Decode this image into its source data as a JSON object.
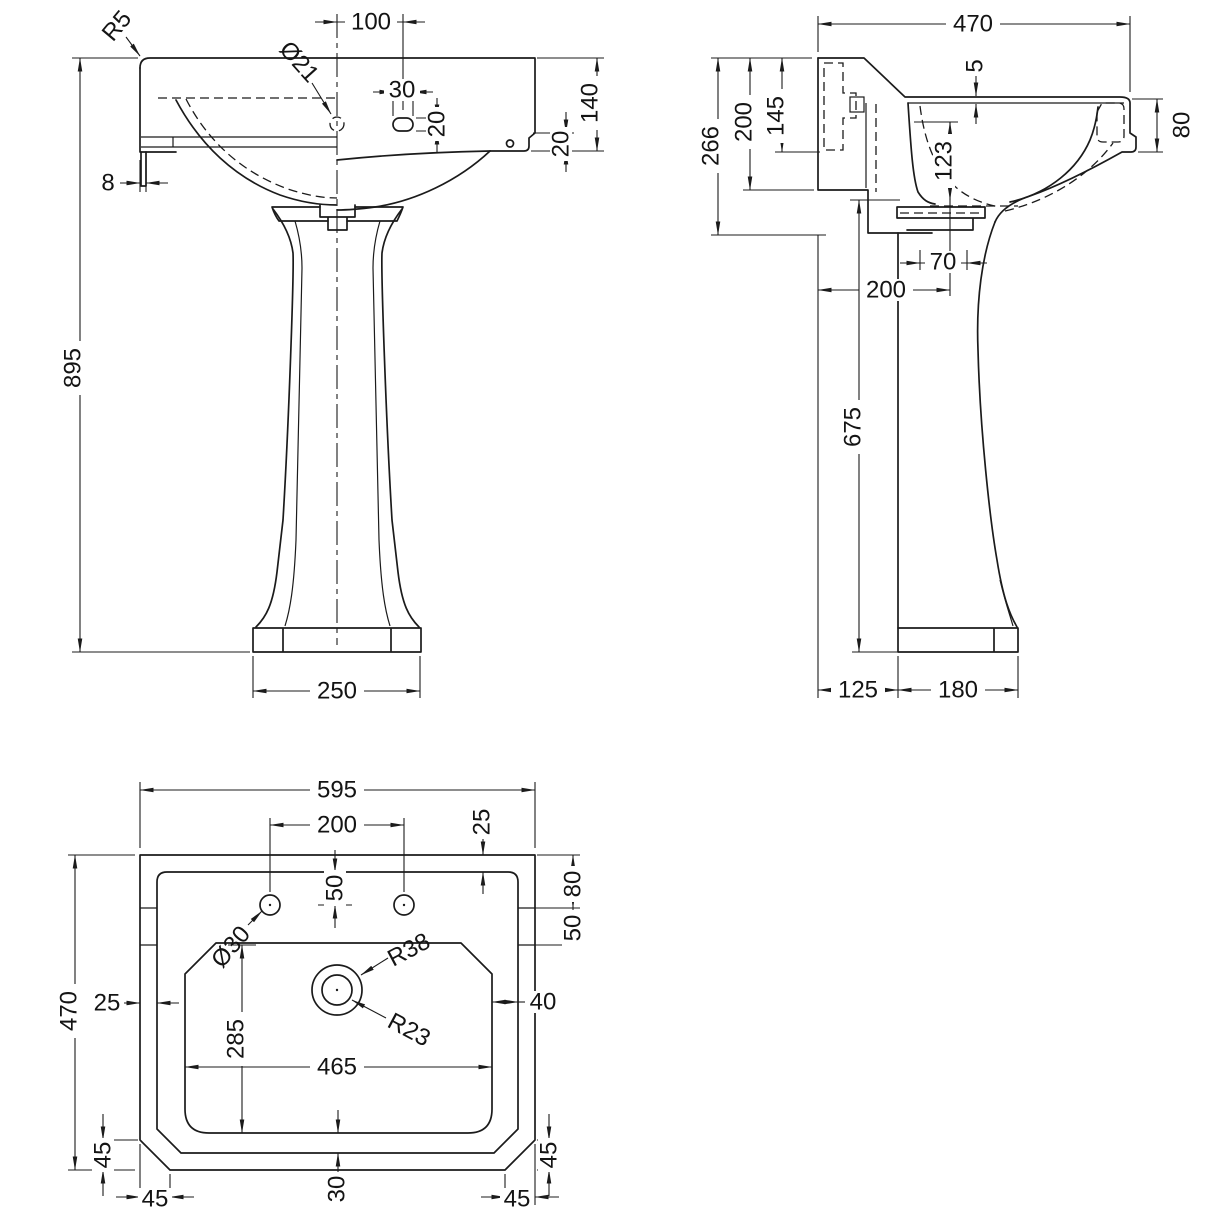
{
  "drawing": {
    "front": {
      "r5": "R5",
      "d100": "100",
      "dia21": "Ø21",
      "d30": "30",
      "d20_recess": "20",
      "d140": "140",
      "d20_step": "20",
      "d8": "8",
      "d895": "895",
      "d250": "250"
    },
    "side": {
      "d470": "470",
      "d5": "5",
      "d145": "145",
      "d200_back": "200",
      "d266": "266",
      "d123": "123",
      "d80": "80",
      "d70": "70",
      "d200_drain": "200",
      "d675": "675",
      "d125": "125",
      "d180": "180"
    },
    "plan": {
      "d595": "595",
      "d200": "200",
      "d25_right": "25",
      "d80": "80",
      "d50_right": "50",
      "d50_holes": "50",
      "dia30": "Ø30",
      "r38": "R38",
      "r23": "R23",
      "d25_left": "25",
      "d40": "40",
      "d285": "285",
      "d465": "465",
      "d30": "30",
      "d45_left_v": "45",
      "d45_left_h": "45",
      "d45_right_v": "45",
      "d45_right_h": "45",
      "d470": "470"
    },
    "colors": {
      "line": "#1b1b1b",
      "background": "#ffffff"
    }
  }
}
